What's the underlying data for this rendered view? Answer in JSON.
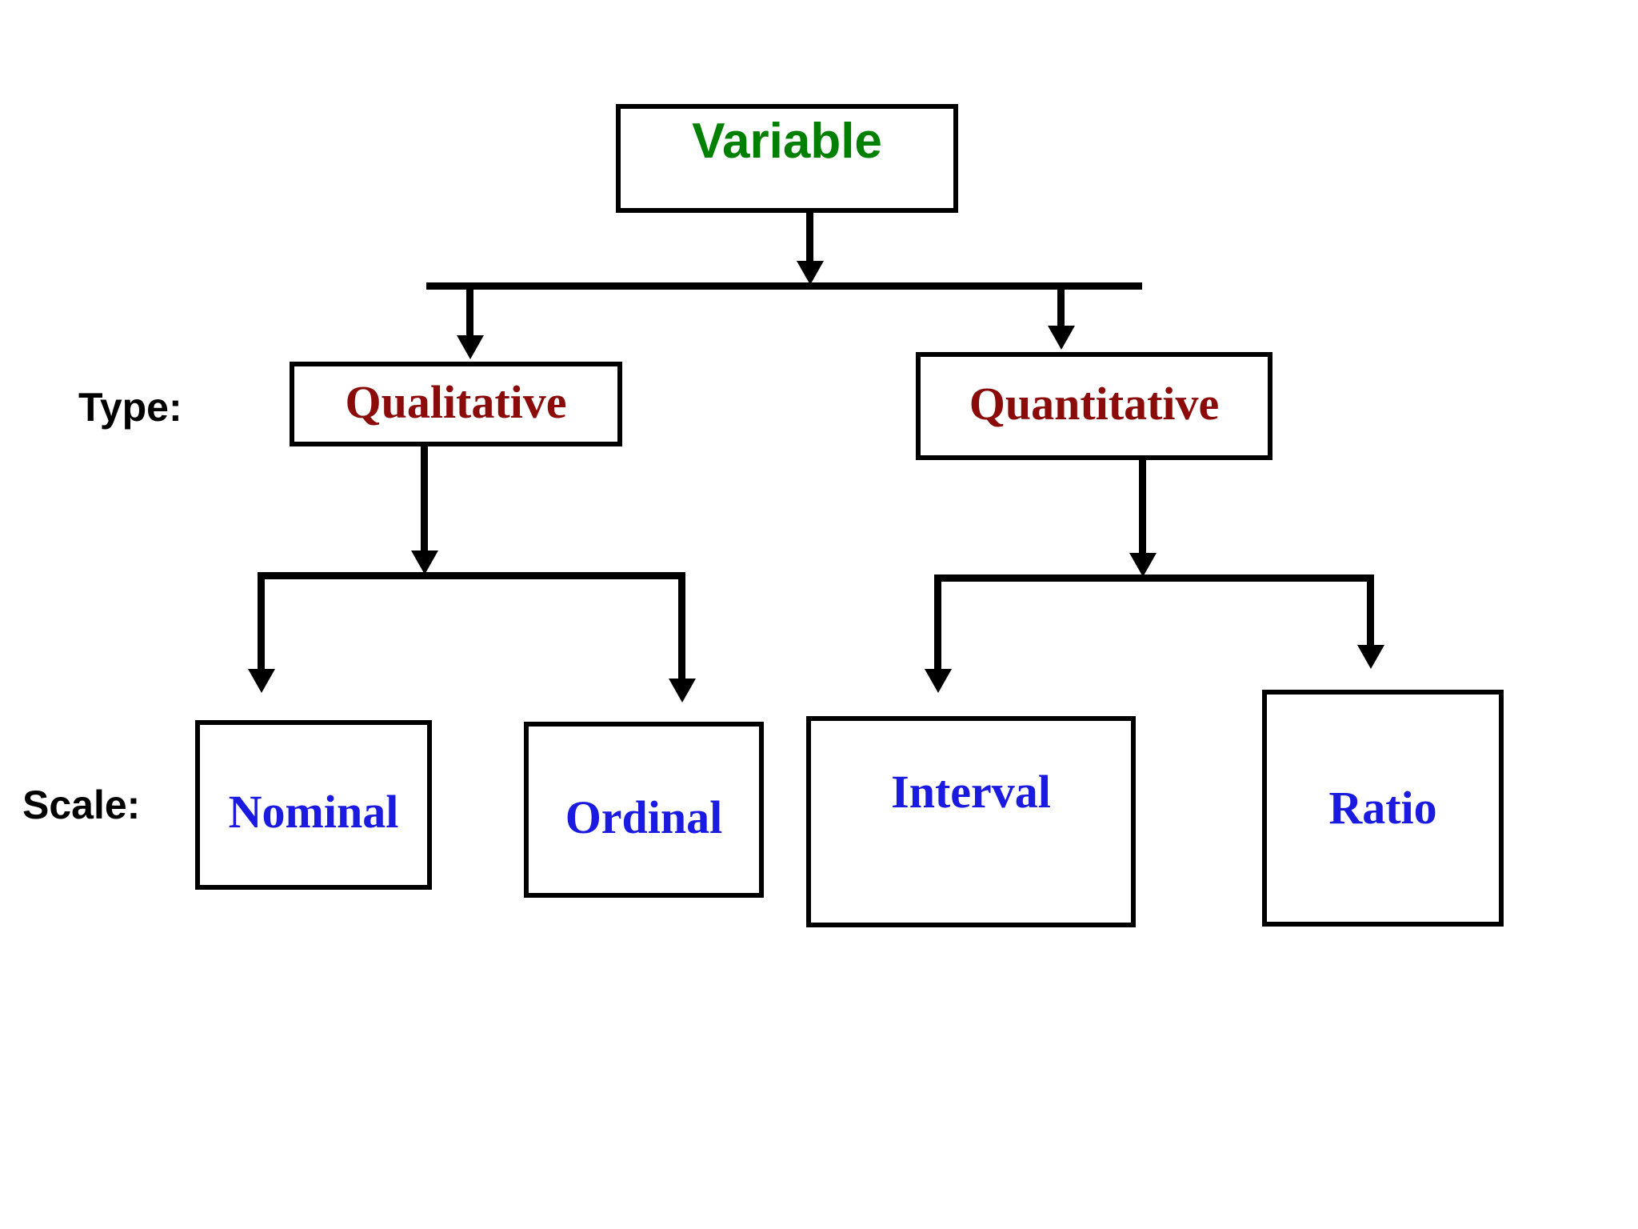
{
  "diagram": {
    "title_text": "Variable",
    "colors": {
      "root": "#008000",
      "type": "#8B0B0B",
      "scale": "#1A1AE0",
      "connector": "#000000",
      "background": "#FFFFFF"
    },
    "row_captions": {
      "type": "Type:",
      "scale": "Scale:"
    },
    "root": {
      "label": "Variable"
    },
    "type_level": [
      {
        "label": "Qualitative"
      },
      {
        "label": "Quantitative"
      }
    ],
    "scale_level": [
      {
        "label": "Nominal"
      },
      {
        "label": "Ordinal"
      },
      {
        "label": "Interval"
      },
      {
        "label": "Ratio"
      }
    ],
    "hierarchy": {
      "Variable": [
        "Qualitative",
        "Quantitative"
      ],
      "Qualitative": [
        "Nominal",
        "Ordinal"
      ],
      "Quantitative": [
        "Interval",
        "Ratio"
      ]
    }
  }
}
